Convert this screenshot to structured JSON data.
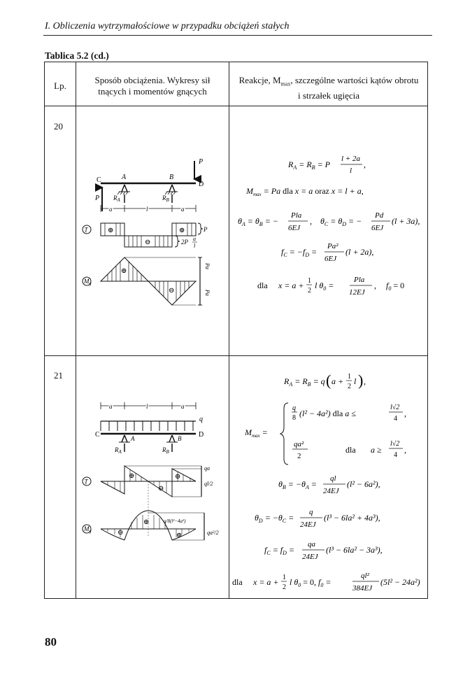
{
  "running_header": "I. Obliczenia wytrzymałościowe w przypadku obciążeń stałych",
  "table_caption": "Tablica 5.2 (cd.)",
  "columns": {
    "lp": "Lp.",
    "col2_line1": "Sposób obciążenia. Wykresy sił",
    "col2_line2": "tnących i momentów gnących",
    "col3_line1": "Reakcje, M",
    "col3_sub": "max",
    "col3_line1_rest": ", szczególne wartości kątów obrotu",
    "col3_line2": "i strzałek ugięcia"
  },
  "rows": [
    {
      "lp": "20",
      "diagram": {
        "points": [
          "C",
          "A",
          "B",
          "D"
        ],
        "loads": [
          "P",
          "P"
        ],
        "reactions": [
          "R",
          "R"
        ],
        "reaction_subs": [
          "A",
          "B"
        ],
        "dims": [
          "a",
          "l",
          "a"
        ],
        "shear_label": "T",
        "moment_label": "M",
        "moment_sub": "g",
        "shear_right_label": "P",
        "shear_mid_label": "2P",
        "shear_mid_num": "a",
        "shear_mid_den": "l",
        "moment_vals": [
          "Pa",
          "Pa"
        ],
        "signs": [
          "⊕",
          "⊕",
          "⊖",
          "⊕",
          "⊖"
        ]
      },
      "formulas": {
        "r1": "R_A = R_B = P (l + 2a)/l ,",
        "r2": "M_max = Pa   dla   x = a   oraz   x = l + a,",
        "r3": "θ_A = θ_B = − Pla/6EJ ,   θ_C = θ_D = − Pd/6EJ (l + 3a),",
        "r4": "f_C = −f_D = Pa²/6EJ (l + 2a),",
        "r5": "dla   x = a + ½ l   θ_0 = Pla/12EJ ,   f_0 = 0"
      }
    },
    {
      "lp": "21",
      "diagram": {
        "points": [
          "C",
          "A",
          "B",
          "D"
        ],
        "load": "q",
        "reactions": [
          "R",
          "R"
        ],
        "reaction_subs": [
          "A",
          "B"
        ],
        "dims": [
          "a",
          "l",
          "a"
        ],
        "shear_label": "T",
        "moment_label": "M",
        "moment_sub": "g",
        "shear_vals": [
          "qa",
          "ql/2"
        ],
        "moment_vals": [
          "q/8(l²−4a²)",
          "qa²/2"
        ],
        "signs": [
          "⊕",
          "⊖",
          "⊕",
          "⊖",
          "⊕"
        ]
      },
      "formulas": {
        "r1": "R_A = R_B = q(a + ½ l),",
        "r2a": "q/8 (l² − 4a²)   dla   a ≤ l√2/4 ,",
        "r2b": "qa²/2   dla   a ≥ l√2/4 ,",
        "r2_lhs": "M_max =",
        "r3": "θ_B = −θ_A = ql/24EJ (l² − 6a²),",
        "r4": "θ_D = −θ_C = q/24EJ (l³ − 6la² + 4a³),",
        "r5": "f_C = f_D = qa/24EJ (l³ − 6la² − 3a³),",
        "r6": "dla   x = a + ½ l   θ_0 = 0,   f_0 = ql²/384EJ (5l² − 24a²)"
      }
    }
  ],
  "page_number": "80"
}
